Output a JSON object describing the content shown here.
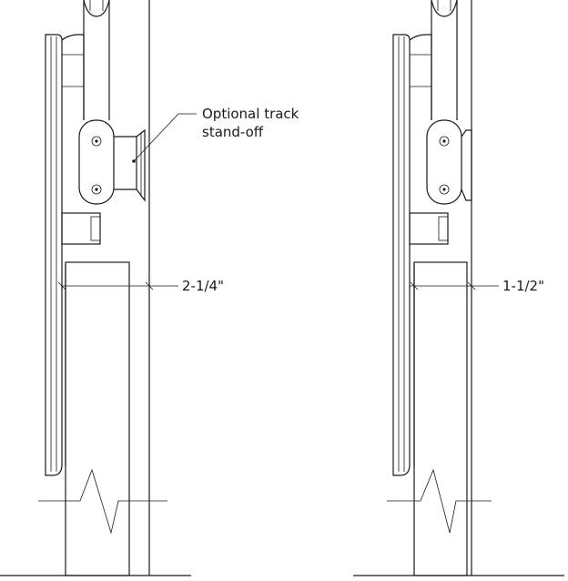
{
  "annotation": {
    "line1": "Optional track",
    "line2": "stand-off"
  },
  "dimensions": {
    "left": "2-1/4\"",
    "right": "1-1/2\""
  },
  "colors": {
    "ink": "#1a1a1a",
    "background": "#ffffff"
  }
}
